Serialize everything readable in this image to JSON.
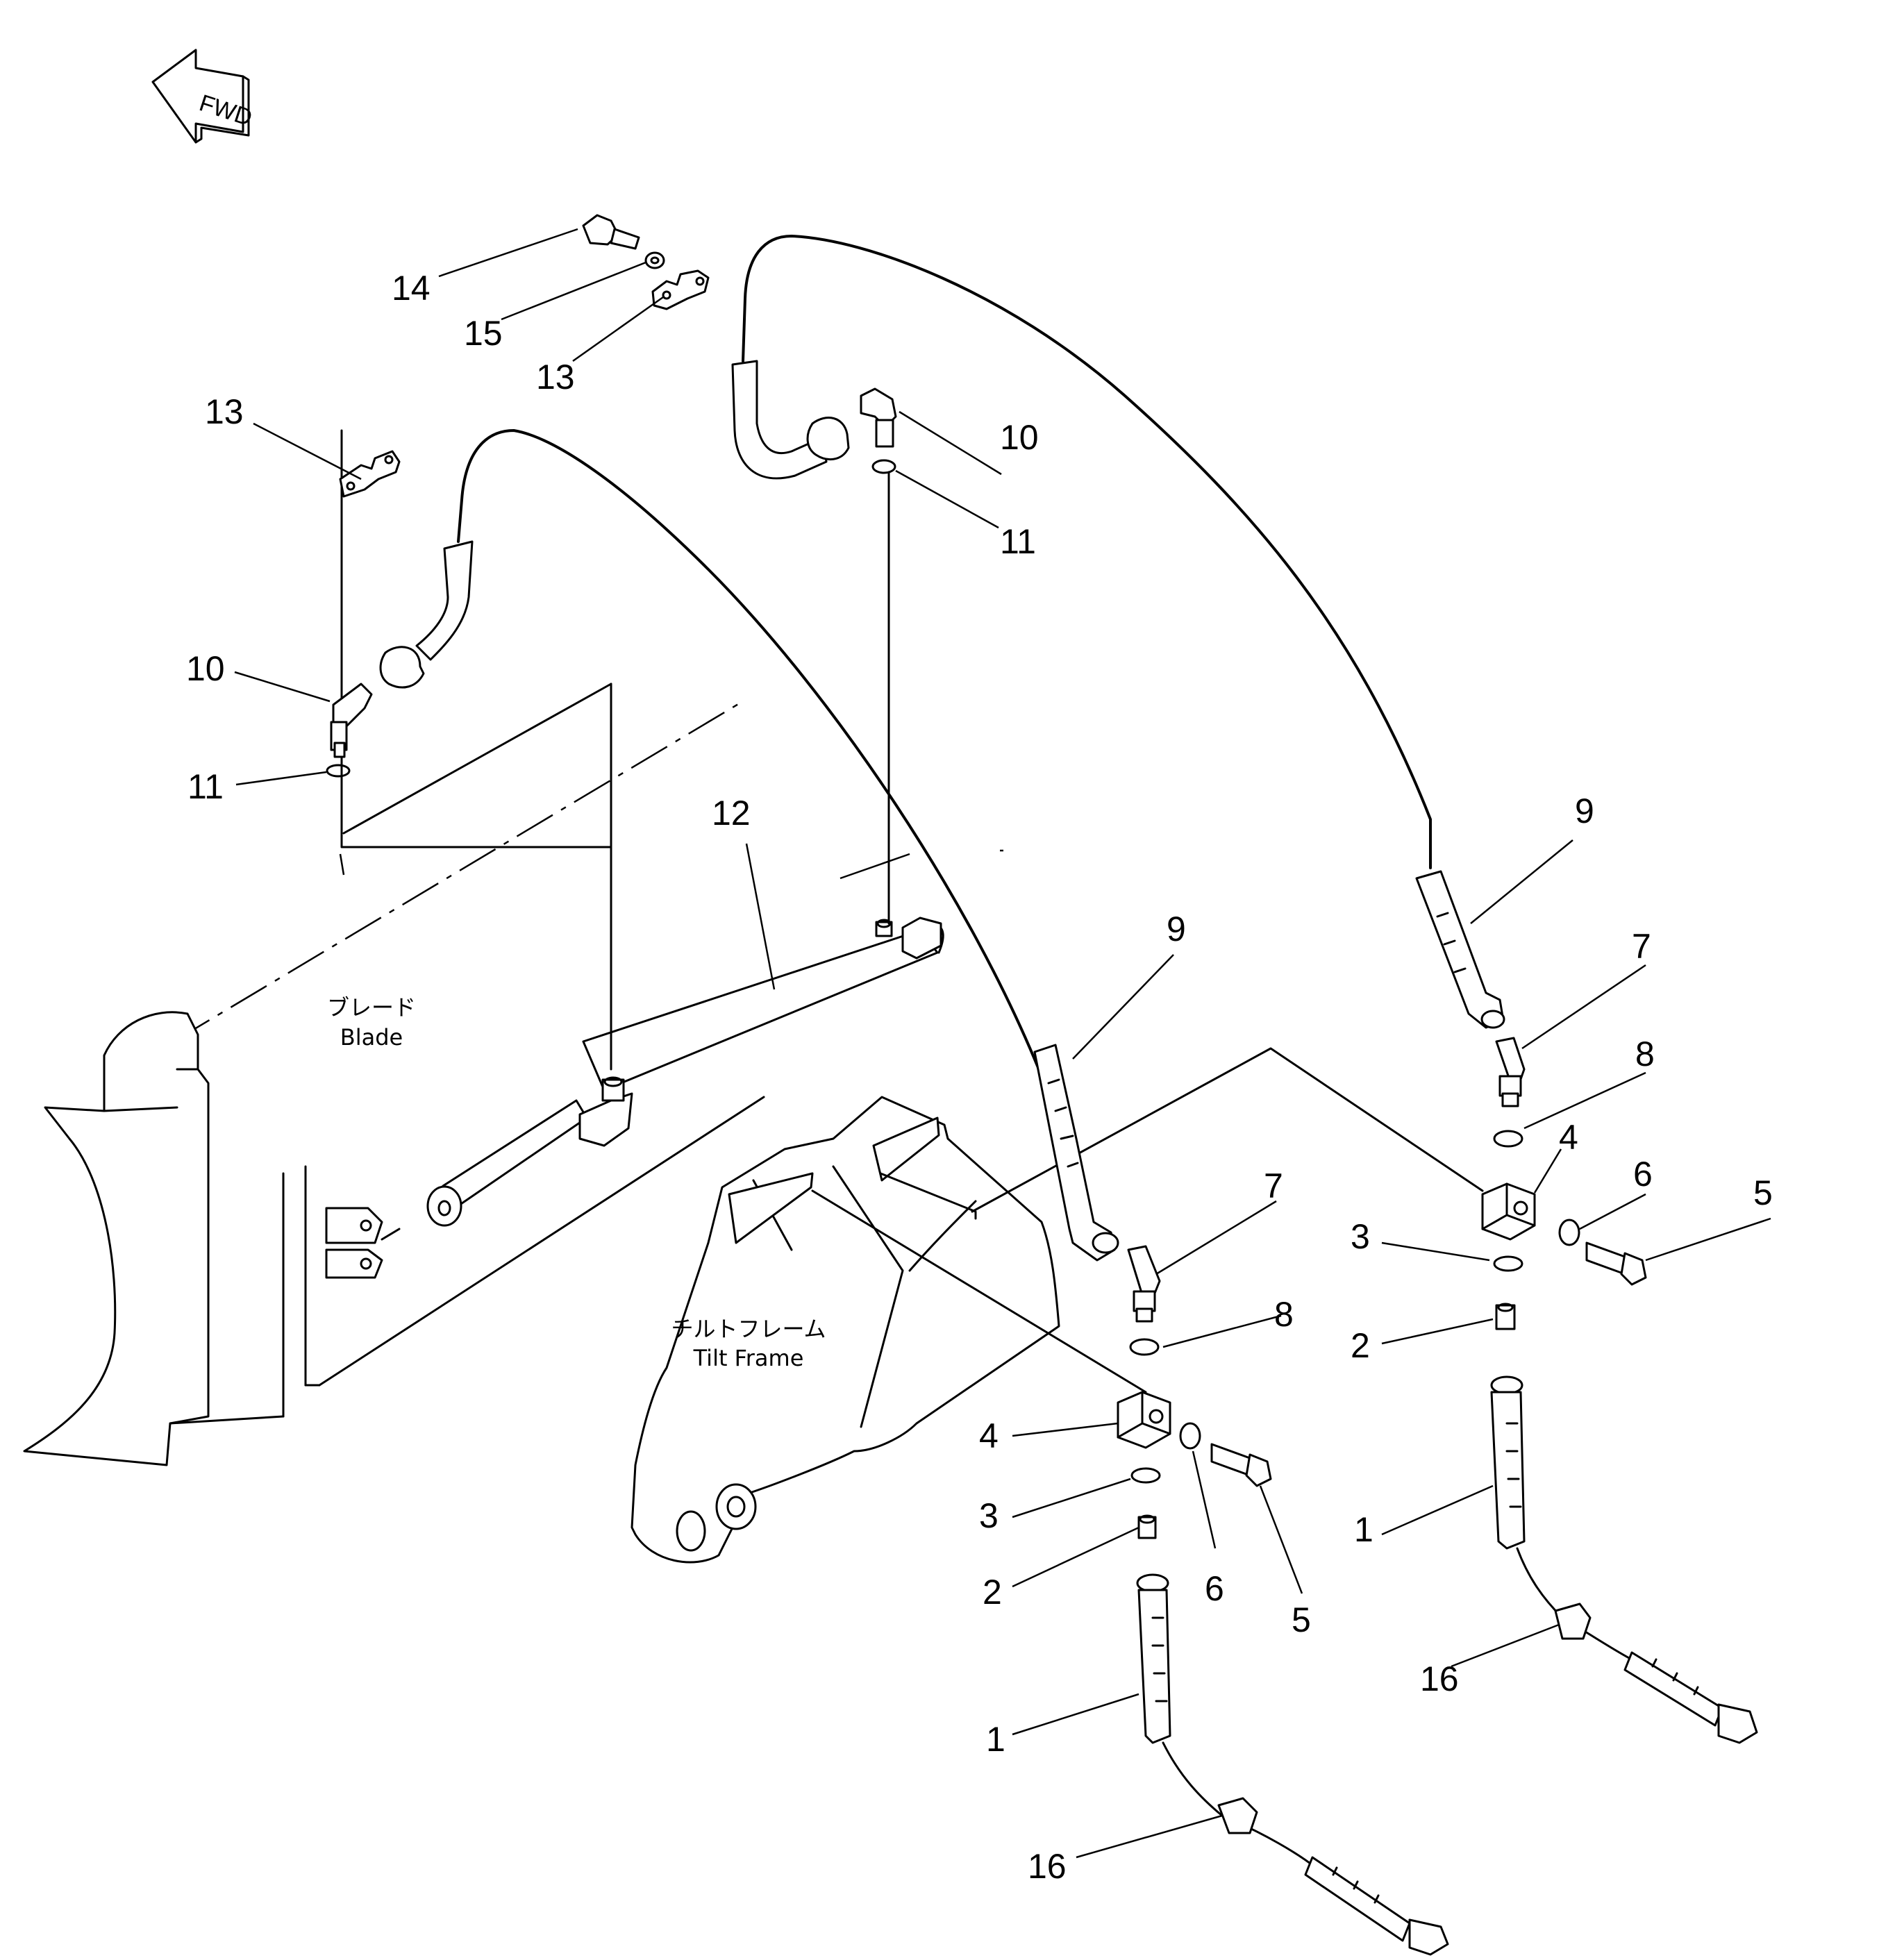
{
  "fwd_label": "FWD",
  "part_labels": {
    "blade_jp": "ブレード",
    "blade_en": "Blade",
    "tilt_frame_jp": "チルトフレーム",
    "tilt_frame_en": "Tilt Frame"
  },
  "callouts": {
    "p14": "14",
    "p15": "15",
    "p13a": "13",
    "p13b": "13",
    "p10a": "10",
    "p11a": "11",
    "p10b": "10",
    "p11b": "11",
    "p12": "12",
    "p9a": "9",
    "p9b": "9",
    "p7a": "7",
    "p8a": "8",
    "p7b": "7",
    "p8b": "8",
    "p4a": "4",
    "p6a": "6",
    "p5a": "5",
    "p3a": "3",
    "p2a": "2",
    "p1a": "1",
    "p16a": "16",
    "p4b": "4",
    "p3b": "3",
    "p2b": "2",
    "p6b": "6",
    "p5b": "5",
    "p1b": "1",
    "p16b": "16"
  }
}
